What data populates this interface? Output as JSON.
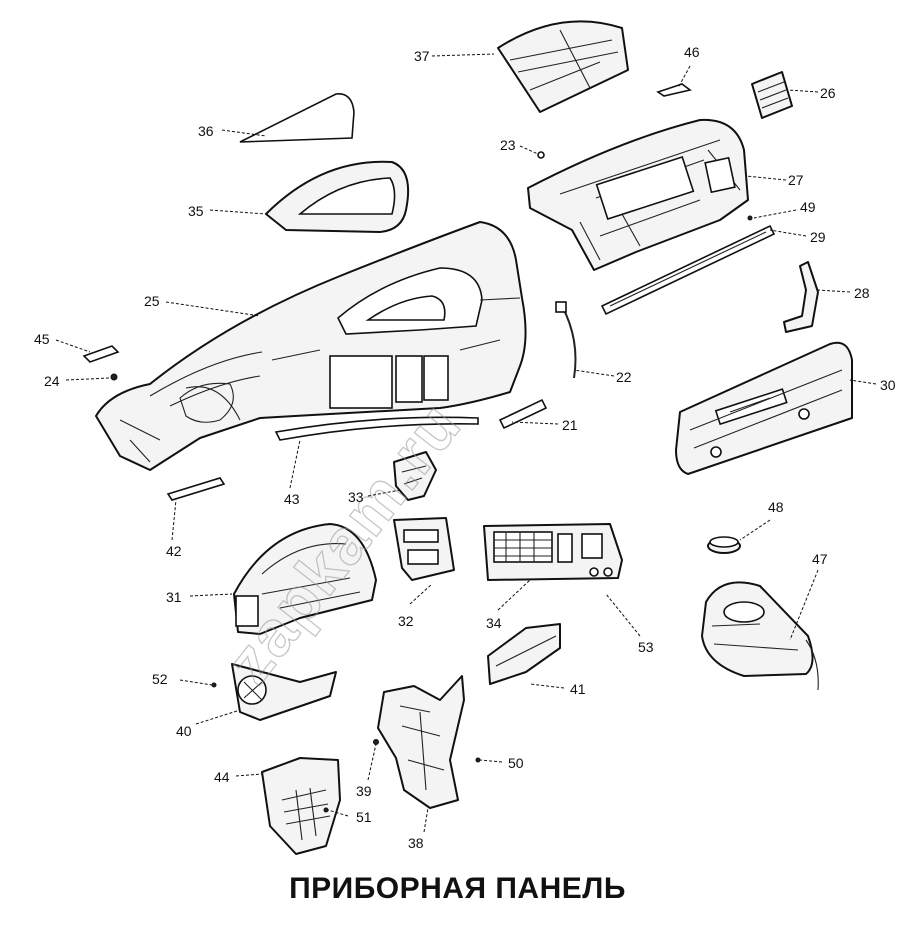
{
  "title": "ПРИБОРНАЯ ПАНЕЛЬ",
  "watermark": "zapkam.ru",
  "callouts": [
    "37",
    "46",
    "26",
    "36",
    "23",
    "27",
    "49",
    "29",
    "35",
    "25",
    "28",
    "45",
    "24",
    "22",
    "30",
    "21",
    "43",
    "33",
    "42",
    "48",
    "47",
    "31",
    "32",
    "34",
    "53",
    "52",
    "41",
    "40",
    "50",
    "44",
    "39",
    "51",
    "38"
  ]
}
